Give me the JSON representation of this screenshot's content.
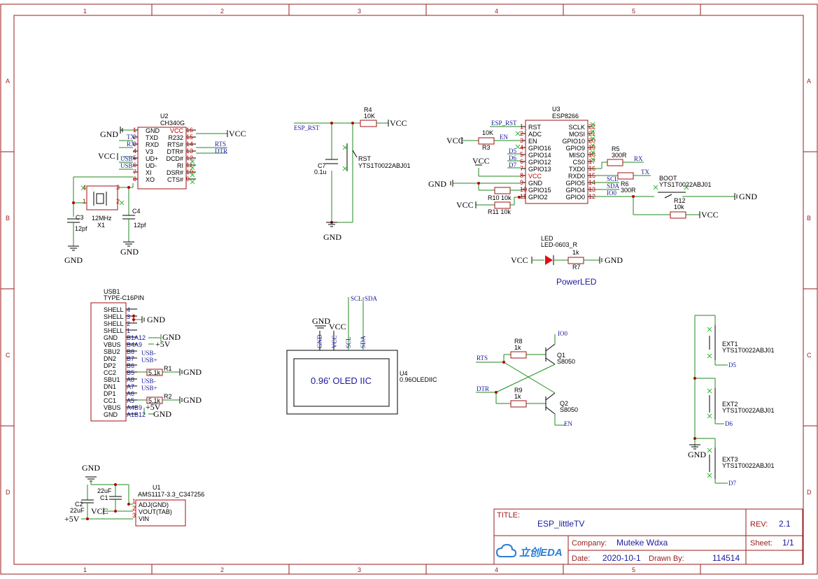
{
  "frame": {
    "col_labels": [
      "1",
      "2",
      "3",
      "4",
      "5"
    ],
    "row_labels": [
      "A",
      "B",
      "C",
      "D"
    ]
  },
  "title_block": {
    "title_label": "TITLE:",
    "title": "ESP_littleTV",
    "rev_label": "REV:",
    "rev": "2.1",
    "company_label": "Company:",
    "company": "Muteke Wdxa",
    "sheet_label": "Sheet:",
    "sheet": "1/1",
    "date_label": "Date:",
    "date": "2020-10-1",
    "drawn_label": "Drawn By:",
    "drawn_by": "114514",
    "logo_text": "立创EDA"
  },
  "u2": {
    "ref": "U2",
    "part": "CH340G",
    "left_pins": [
      {
        "num": "1",
        "name": "GND"
      },
      {
        "num": "2",
        "name": "TXD"
      },
      {
        "num": "3",
        "name": "RXD"
      },
      {
        "num": "4",
        "name": "V3"
      },
      {
        "num": "5",
        "name": "UD+"
      },
      {
        "num": "6",
        "name": "UD-"
      },
      {
        "num": "7",
        "name": "XI"
      },
      {
        "num": "8",
        "name": "XO"
      }
    ],
    "right_pins": [
      {
        "num": "16",
        "name": "VCC"
      },
      {
        "num": "15",
        "name": "R232"
      },
      {
        "num": "14",
        "name": "RTS#"
      },
      {
        "num": "13",
        "name": "DTR#"
      },
      {
        "num": "12",
        "name": "DCD#"
      },
      {
        "num": "11",
        "name": "RI"
      },
      {
        "num": "10",
        "name": "DSR#"
      },
      {
        "num": "9",
        "name": "CTS#"
      }
    ],
    "nets_left": [
      "TX",
      "RX",
      "USB+",
      "USB-"
    ],
    "nets_right": [
      "RTS",
      "DTR"
    ]
  },
  "crystal": {
    "ref": "X1",
    "value": "12MHz",
    "pins": [
      "4",
      "3",
      "1",
      "2"
    ]
  },
  "c3": {
    "ref": "C3",
    "value": "12pf"
  },
  "c4": {
    "ref": "C4",
    "value": "12pf"
  },
  "reset": {
    "r4_ref": "R4",
    "r4_value": "10K",
    "net": "ESP_RST",
    "c7_ref": "C7",
    "c7_value": "0.1u",
    "sw_ref": "RST",
    "sw_part": "YTS1T0022ABJ01"
  },
  "u3": {
    "ref": "U3",
    "part": "ESP8266",
    "left_pins": [
      {
        "num": "1",
        "name": "RST"
      },
      {
        "num": "2",
        "name": "ADC"
      },
      {
        "num": "3",
        "name": "EN"
      },
      {
        "num": "4",
        "name": "GPIO16"
      },
      {
        "num": "5",
        "name": "GPIO14"
      },
      {
        "num": "6",
        "name": "GPIO12"
      },
      {
        "num": "7",
        "name": "GPIO13"
      },
      {
        "num": "8",
        "name": "VCC"
      },
      {
        "num": "9",
        "name": "GND"
      },
      {
        "num": "10",
        "name": "GPIO15"
      },
      {
        "num": "11",
        "name": "GPIO2"
      }
    ],
    "right_pins": [
      {
        "num": "22",
        "name": "SCLK"
      },
      {
        "num": "21",
        "name": "MOSI"
      },
      {
        "num": "20",
        "name": "GPIO10"
      },
      {
        "num": "19",
        "name": "GPIO9"
      },
      {
        "num": "18",
        "name": "MISO"
      },
      {
        "num": "17",
        "name": "CS0"
      },
      {
        "num": "16",
        "name": "TXD0"
      },
      {
        "num": "15",
        "name": "RXD0"
      },
      {
        "num": "14",
        "name": "GPIO5"
      },
      {
        "num": "13",
        "name": "GPIO4"
      },
      {
        "num": "12",
        "name": "GPIO0"
      }
    ],
    "left_nets": [
      "ESP_RST",
      "EN",
      "D5",
      "D6",
      "D7"
    ],
    "r3": {
      "ref": "R3",
      "value": "10K"
    },
    "r5": {
      "ref": "R5",
      "value": "300R",
      "net": "RX"
    },
    "r6": {
      "ref": "R6",
      "value": "300R",
      "net": "TX"
    },
    "r10": {
      "ref": "R10",
      "value": "10k"
    },
    "r11": {
      "ref": "R11",
      "value": "10k"
    },
    "r12": {
      "ref": "R12",
      "value": "10k"
    },
    "right_nets": [
      "SCL",
      "SDA",
      "IO0"
    ],
    "boot": {
      "ref": "BOOT",
      "part": "YTS1T0022ABJ01"
    }
  },
  "led": {
    "ref": "LED",
    "part": "LED-0603_R",
    "r_ref": "R7",
    "r_value": "1k",
    "caption": "PowerLED"
  },
  "usb": {
    "ref": "USB1",
    "part": "TYPE-C16PIN",
    "pins": [
      {
        "name": "SHELL",
        "num": "4"
      },
      {
        "name": "SHELL",
        "num": "3"
      },
      {
        "name": "SHELL",
        "num": "2"
      },
      {
        "name": "SHELL",
        "num": "1"
      },
      {
        "name": "GND",
        "num": "B1A12"
      },
      {
        "name": "VBUS",
        "num": "B4A9"
      },
      {
        "name": "SBU2",
        "num": "B8"
      },
      {
        "name": "DN2",
        "num": "B7"
      },
      {
        "name": "DP2",
        "num": "B6"
      },
      {
        "name": "CC2",
        "num": "B5"
      },
      {
        "name": "SBU1",
        "num": "A8"
      },
      {
        "name": "DN1",
        "num": "A7"
      },
      {
        "name": "DP1",
        "num": "A6"
      },
      {
        "name": "CC1",
        "num": "A5"
      },
      {
        "name": "VBUS",
        "num": "A4B9"
      },
      {
        "name": "GND",
        "num": "A1B12"
      }
    ],
    "nets": [
      "USB-",
      "USB+",
      "USB-",
      "USB+"
    ],
    "r1": {
      "ref": "R1",
      "value": "5.1k"
    },
    "r2": {
      "ref": "R2",
      "value": "5.1k"
    }
  },
  "oled": {
    "ref": "U4",
    "part": "0.96OLEDIIC",
    "label": "0.96' OLED IIC",
    "pins": [
      "GND",
      "VCC",
      "SCL",
      "SDA"
    ],
    "top_nets": [
      "SCL",
      "SDA"
    ]
  },
  "transistors": {
    "r8": {
      "ref": "R8",
      "value": "1k"
    },
    "r9": {
      "ref": "R9",
      "value": "1k"
    },
    "q1": {
      "ref": "Q1",
      "part": "S8050"
    },
    "q2": {
      "ref": "Q2",
      "part": "S8050"
    },
    "nets": [
      "RTS",
      "DTR",
      "IO0",
      "EN"
    ]
  },
  "ext": [
    {
      "ref": "EXT1",
      "part": "YTS1T0022ABJ01",
      "net": "D5"
    },
    {
      "ref": "EXT2",
      "part": "YTS1T0022ABJ01",
      "net": "D6"
    },
    {
      "ref": "EXT3",
      "part": "YTS1T0022ABJ01",
      "net": "D7"
    }
  ],
  "ldo": {
    "ref": "U1",
    "part": "AMS1117-3.3_C347256",
    "pins": [
      {
        "num": "1",
        "name": "ADJ(GND)"
      },
      {
        "num": "2",
        "name": "VOUT(TAB)"
      },
      {
        "num": "3",
        "name": "VIN"
      }
    ],
    "c1_ref": "C1",
    "c1_value": "22uF",
    "c2_ref": "C2",
    "c2_value": "22uF"
  },
  "power": {
    "gnd": "GND",
    "vcc": "VCC",
    "p5v": "+5V"
  }
}
